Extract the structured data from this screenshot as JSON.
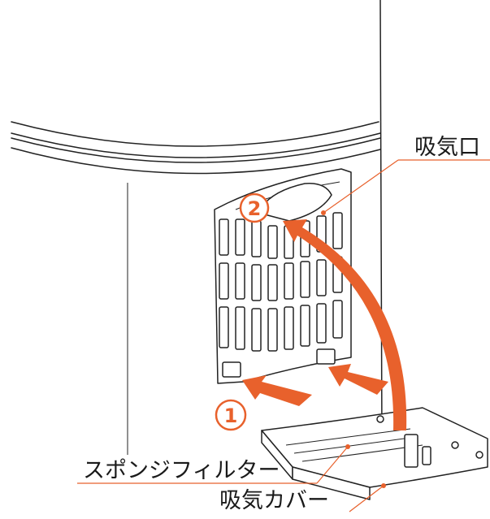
{
  "labels": {
    "air_intake": "吸気口",
    "sponge_filter": "スポンジフィルター",
    "intake_cover": "吸気カバー"
  },
  "steps": {
    "step1": "1",
    "step2": "2"
  },
  "colors": {
    "accent": "#e8612c",
    "line": "#222222",
    "background": "#ffffff"
  }
}
